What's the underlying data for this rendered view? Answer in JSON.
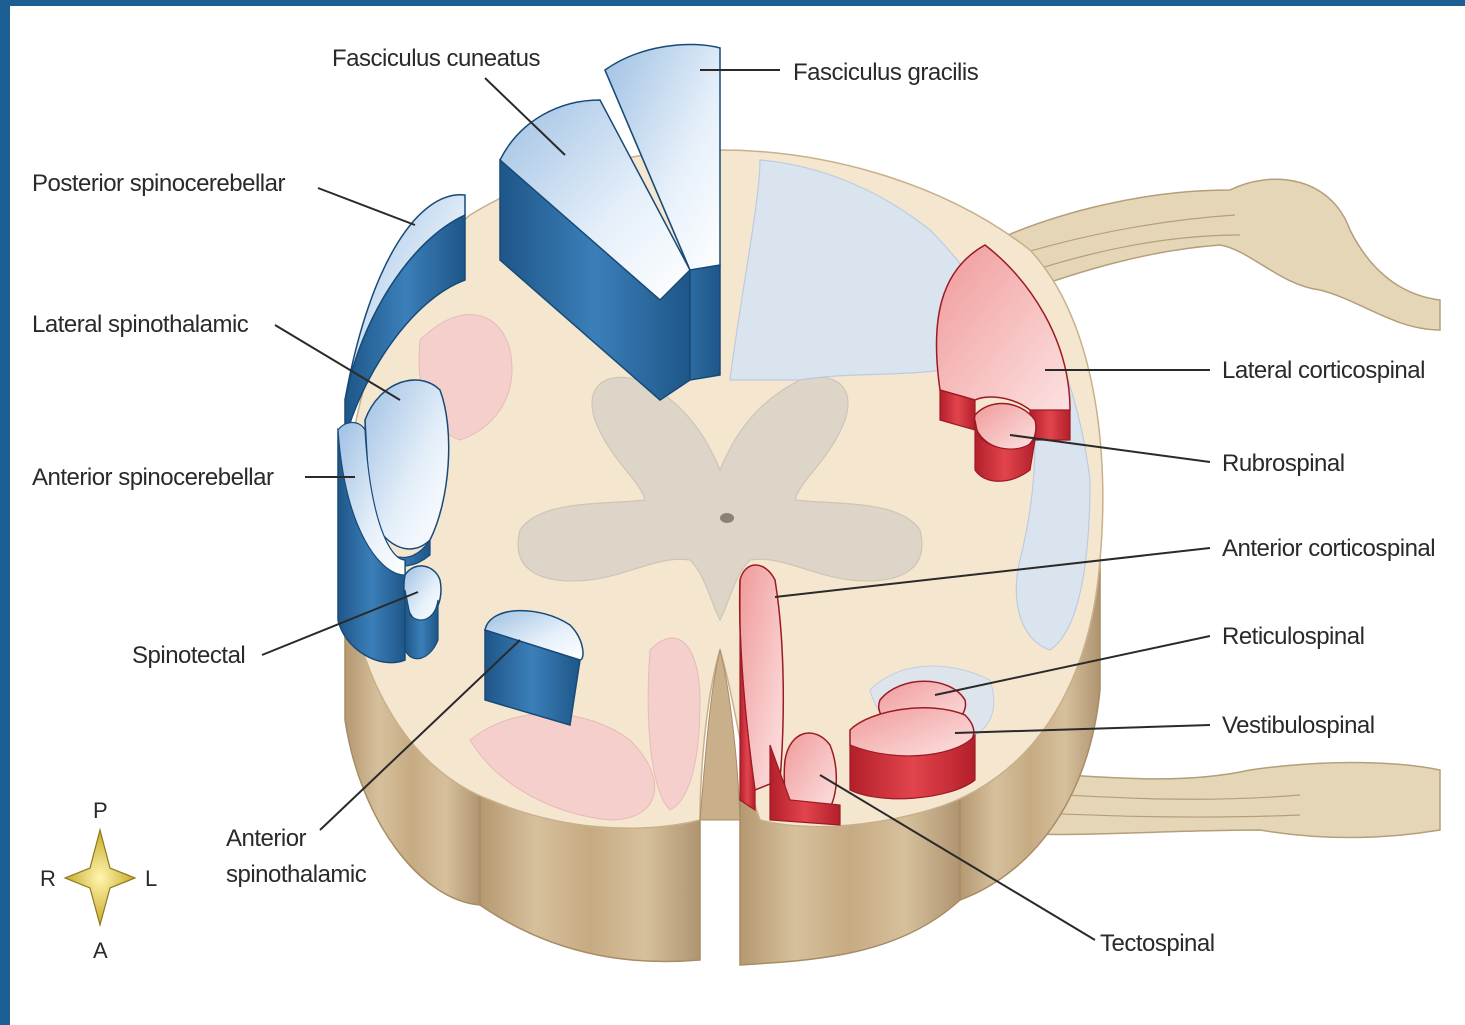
{
  "labels": {
    "fasciculus_cuneatus": "Fasciculus cuneatus",
    "fasciculus_gracilis": "Fasciculus gracilis",
    "posterior_spinocerebellar": "Posterior spinocerebellar",
    "lateral_spinothalamic": "Lateral spinothalamic",
    "anterior_spinocerebellar": "Anterior spinocerebellar",
    "spinotectal": "Spinotectal",
    "anterior_spinothalamic_line1": "Anterior",
    "anterior_spinothalamic_line2": "spinothalamic",
    "lateral_corticospinal": "Lateral corticospinal",
    "rubrospinal": "Rubrospinal",
    "anterior_corticospinal": "Anterior corticospinal",
    "reticulospinal": "Reticulospinal",
    "vestibulospinal": "Vestibulospinal",
    "tectospinal": "Tectospinal"
  },
  "compass": {
    "top": "P",
    "bottom": "A",
    "left": "R",
    "right": "L"
  },
  "colors": {
    "ascending_tract": "#2f6fa8",
    "ascending_face": "#cfe0f3",
    "descending_tract": "#d9323d",
    "descending_face": "#f6c3c3",
    "white_matter": "#f5e6cf",
    "gray_matter": "#dcd6cd",
    "cord_side": "#c9b08a",
    "nerve_root": "#e3d2b4",
    "background": "#ffffff",
    "frame": "#1b5e93"
  }
}
